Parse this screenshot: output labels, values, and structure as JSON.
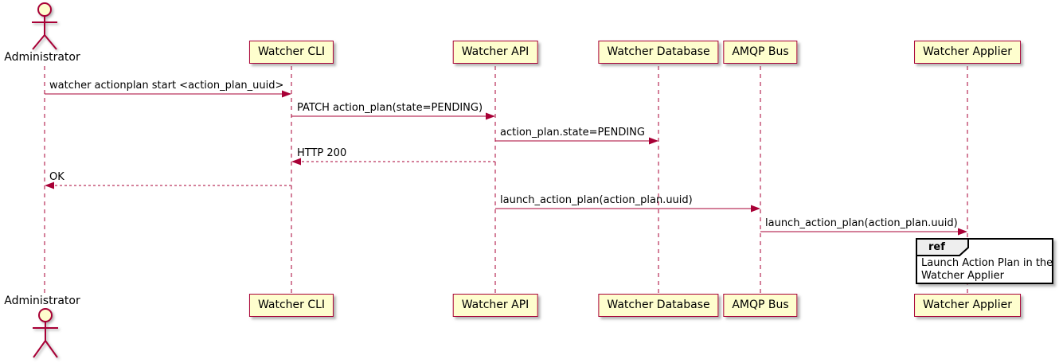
{
  "diagram": {
    "type": "sequence-diagram",
    "actor": {
      "label": "Administrator"
    },
    "participants": [
      {
        "label": "Watcher CLI"
      },
      {
        "label": "Watcher API"
      },
      {
        "label": "Watcher Database"
      },
      {
        "label": "AMQP Bus"
      },
      {
        "label": "Watcher Applier"
      }
    ],
    "messages": [
      {
        "label": "watcher actionplan start <action_plan_uuid>",
        "from": "Administrator",
        "to": "Watcher CLI",
        "style": "solid"
      },
      {
        "label": "PATCH action_plan(state=PENDING)",
        "from": "Watcher CLI",
        "to": "Watcher API",
        "style": "solid"
      },
      {
        "label": "action_plan.state=PENDING",
        "from": "Watcher API",
        "to": "Watcher Database",
        "style": "solid"
      },
      {
        "label": "HTTP 200",
        "from": "Watcher API",
        "to": "Watcher CLI",
        "style": "dashed"
      },
      {
        "label": "OK",
        "from": "Watcher CLI",
        "to": "Administrator",
        "style": "dashed"
      },
      {
        "label": "launch_action_plan(action_plan.uuid)",
        "from": "Watcher API",
        "to": "AMQP Bus",
        "style": "solid"
      },
      {
        "label": "launch_action_plan(action_plan.uuid)",
        "from": "AMQP Bus",
        "to": "Watcher Applier",
        "style": "solid"
      }
    ],
    "ref": {
      "keyword": "ref",
      "lines": [
        "Launch Action Plan in the",
        "Watcher Applier"
      ]
    },
    "colors": {
      "accent": "#A80036",
      "participant_fill": "#FEFECE",
      "ref_tab_fill": "#EEEEEE",
      "text": "#000000"
    }
  }
}
